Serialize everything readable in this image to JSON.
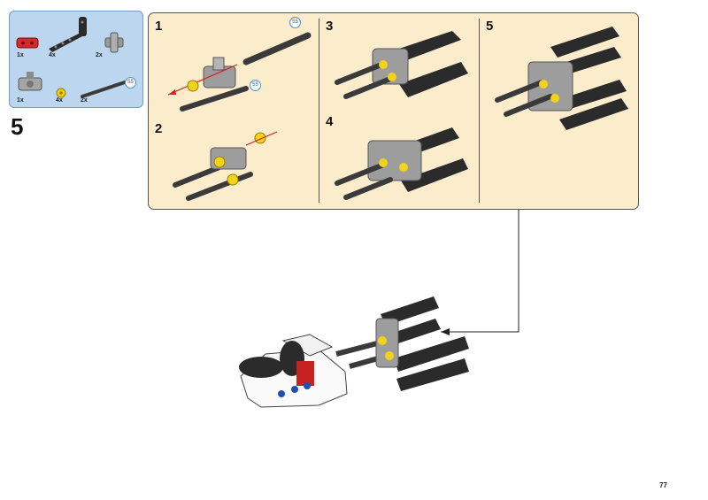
{
  "parts_list": {
    "items": [
      {
        "name": "red-connector",
        "qty": "1x"
      },
      {
        "name": "black-l-beam",
        "qty": "4x"
      },
      {
        "name": "gray-cross-connector",
        "qty": "2x"
      },
      {
        "name": "gray-hub-connector",
        "qty": "1x"
      },
      {
        "name": "yellow-bush",
        "qty": "4x"
      },
      {
        "name": "dark-axle",
        "qty": "2x",
        "length_badge": "55"
      }
    ]
  },
  "step": {
    "number": "5"
  },
  "sub_steps": [
    {
      "number": "1",
      "length_badges": [
        "55",
        "55"
      ]
    },
    {
      "number": "2"
    },
    {
      "number": "3"
    },
    {
      "number": "4"
    },
    {
      "number": "5"
    }
  ],
  "page": {
    "number": "77"
  },
  "colors": {
    "parts_bg": "#bcd6ef",
    "substep_bg": "#fbeccc",
    "arrow": "#d22222",
    "beam": "#2b2b2b",
    "bush": "#f2d21b"
  }
}
